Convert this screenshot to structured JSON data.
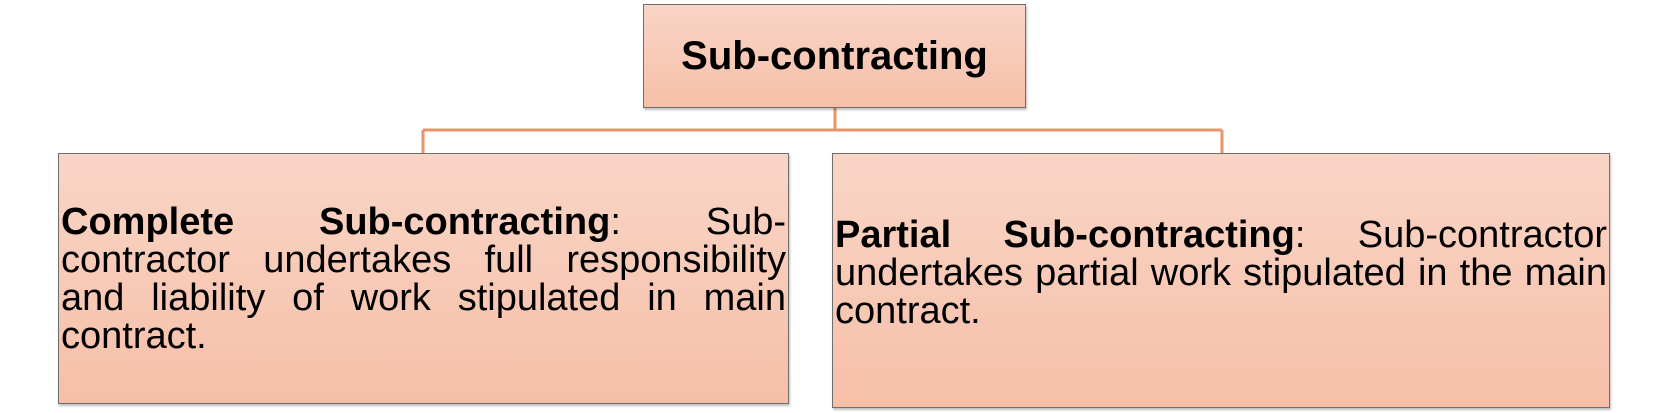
{
  "diagram": {
    "root": {
      "label": "Sub-contracting"
    },
    "children": [
      {
        "term": "Complete Sub-contracting",
        "separator": ":",
        "description": " Sub-contractor undertakes full responsibility and liability of work stipulated in main contract."
      },
      {
        "term": "Partial Sub-contracting",
        "separator": ":",
        "description": " Sub-contractor undertakes partial work stipulated in the main contract."
      }
    ],
    "colors": {
      "box_fill_top": "#f9d5c6",
      "box_fill_bottom": "#f6bfa8",
      "box_border": "#6f6f6f",
      "connector": "#e8956a"
    }
  }
}
